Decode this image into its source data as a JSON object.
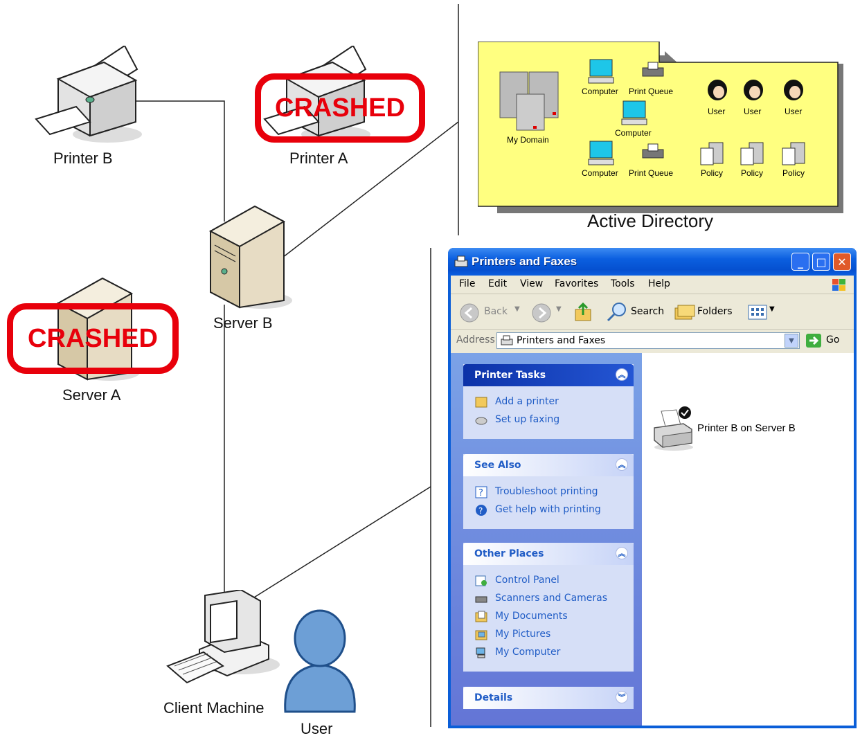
{
  "labels": {
    "printer_b": "Printer B",
    "printer_a": "Printer A",
    "server_b": "Server B",
    "server_a": "Server A",
    "client_machine": "Client Machine",
    "user": "User",
    "active_directory": "Active Directory",
    "crashed_printer": "CRASHED",
    "crashed_server": "CRASHED"
  },
  "active_directory": {
    "my_domain": "My Domain",
    "computer_1": "Computer",
    "print_queue_1": "Print Queue",
    "computer_2": "Computer",
    "computer_3": "Computer",
    "print_queue_2": "Print Queue",
    "user_1": "User",
    "user_2": "User",
    "user_3": "User",
    "policy_1": "Policy",
    "policy_2": "Policy",
    "policy_3": "Policy"
  },
  "window": {
    "title": "Printers and Faxes",
    "menu": [
      "File",
      "Edit",
      "View",
      "Favorites",
      "Tools",
      "Help"
    ],
    "toolbar": {
      "back": "Back",
      "search": "Search",
      "folders": "Folders"
    },
    "address_label": "Address",
    "address_value": "Printers and Faxes",
    "go_label": "Go",
    "printer_tasks": {
      "title": "Printer Tasks",
      "items": [
        "Add a printer",
        "Set up faxing"
      ]
    },
    "see_also": {
      "title": "See Also",
      "items": [
        "Troubleshoot printing",
        "Get help with printing"
      ]
    },
    "other_places": {
      "title": "Other Places",
      "items": [
        "Control Panel",
        "Scanners and Cameras",
        "My Documents",
        "My Pictures",
        "My Computer"
      ]
    },
    "details": {
      "title": "Details"
    },
    "printer_item": "Printer B on Server B"
  },
  "colors": {
    "crashed": "#e8000b",
    "ad_panel": "#ffff80",
    "xp_blue": "#0a5ed8"
  }
}
